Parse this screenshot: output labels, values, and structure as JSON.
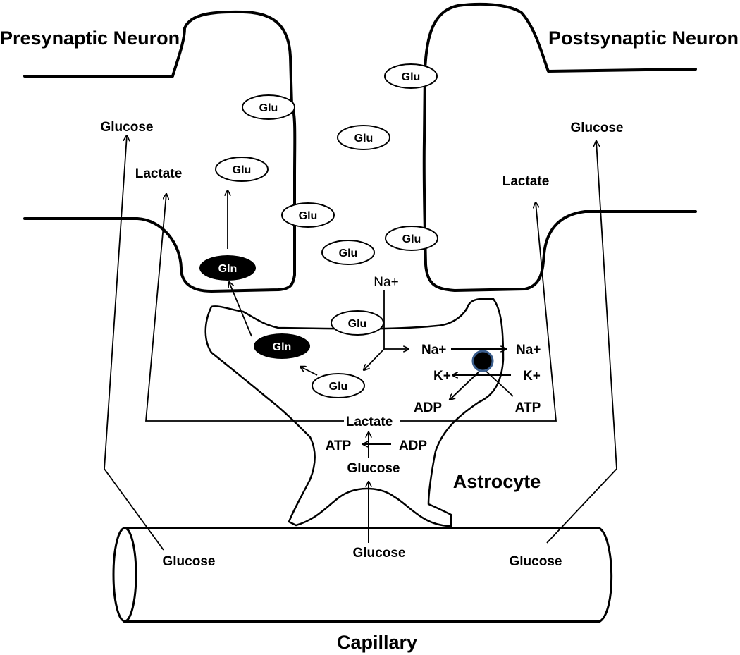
{
  "labels": {
    "presynaptic": "Presynaptic Neuron",
    "postsynaptic": "Postsynaptic Neuron",
    "astrocyte": "Astrocyte",
    "capillary": "Capillary"
  },
  "neuron_left": {
    "glucose": "Glucose",
    "lactate": "Lactate"
  },
  "neuron_right": {
    "glucose": "Glucose",
    "lactate": "Lactate"
  },
  "capillary_labels": {
    "left": "Glucose",
    "center": "Glucose",
    "right": "Glucose"
  },
  "molecules": {
    "glu": "Glu",
    "gln": "Gln"
  },
  "astrocyte_labels": {
    "na_in": "Na+",
    "na_pump_left": "Na+",
    "na_pump_right": "Na+",
    "k_left": "K+",
    "k_right": "K+",
    "adp_pump": "ADP",
    "atp_pump": "ATP",
    "lactate": "Lactate",
    "atp_glycolysis": "ATP",
    "adp_glycolysis": "ADP",
    "glucose": "Glucose"
  }
}
